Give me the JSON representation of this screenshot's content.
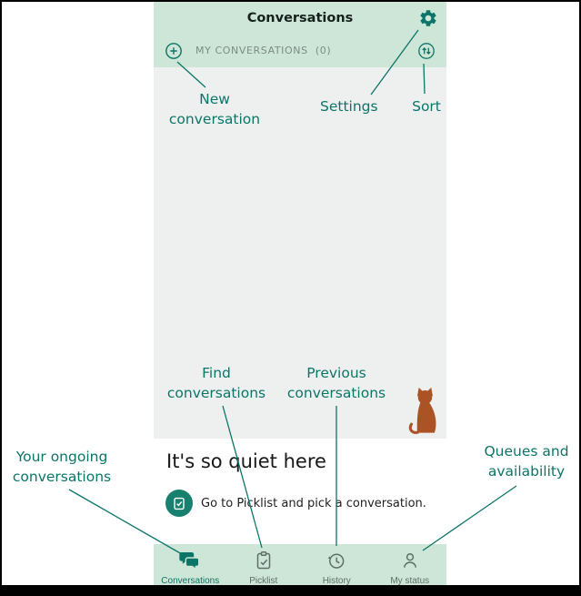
{
  "phone": {
    "header": {
      "title": "Conversations"
    },
    "subheader": {
      "label": "MY CONVERSATIONS  (0)"
    },
    "empty": {
      "title": "It's so quiet here",
      "hint": "Go to Picklist and pick a conversation."
    },
    "tabs": [
      {
        "label": "Conversations",
        "active": true
      },
      {
        "label": "Picklist",
        "active": false
      },
      {
        "label": "History",
        "active": false
      },
      {
        "label": "My status",
        "active": false
      }
    ]
  },
  "annotations": {
    "new_conversation": "New conversation",
    "settings": "Settings",
    "sort": "Sort",
    "find_conversations": "Find conversations",
    "previous_conversations": "Previous conversations",
    "your_ongoing_conversations": "Your ongoing conversations",
    "queues_and_availability": "Queues and availability"
  },
  "icons": {
    "gear": "gear-icon",
    "plus": "plus-circle-icon",
    "sort": "sort-arrows-icon",
    "conversations": "chat-bubbles-icon",
    "picklist": "clipboard-check-icon",
    "history": "history-clock-icon",
    "my_status": "person-icon",
    "picklist_badge": "picklist-badge-icon",
    "cat": "cat-illustration"
  },
  "colors": {
    "accent_teal": "#0c7568",
    "bar_green": "#cde6d7",
    "body_gray": "#eef0ef",
    "inactive_gray": "#5f6e69",
    "badge_teal": "#18806e",
    "cat_brown": "#ac5326",
    "black_bar": "#000000"
  }
}
